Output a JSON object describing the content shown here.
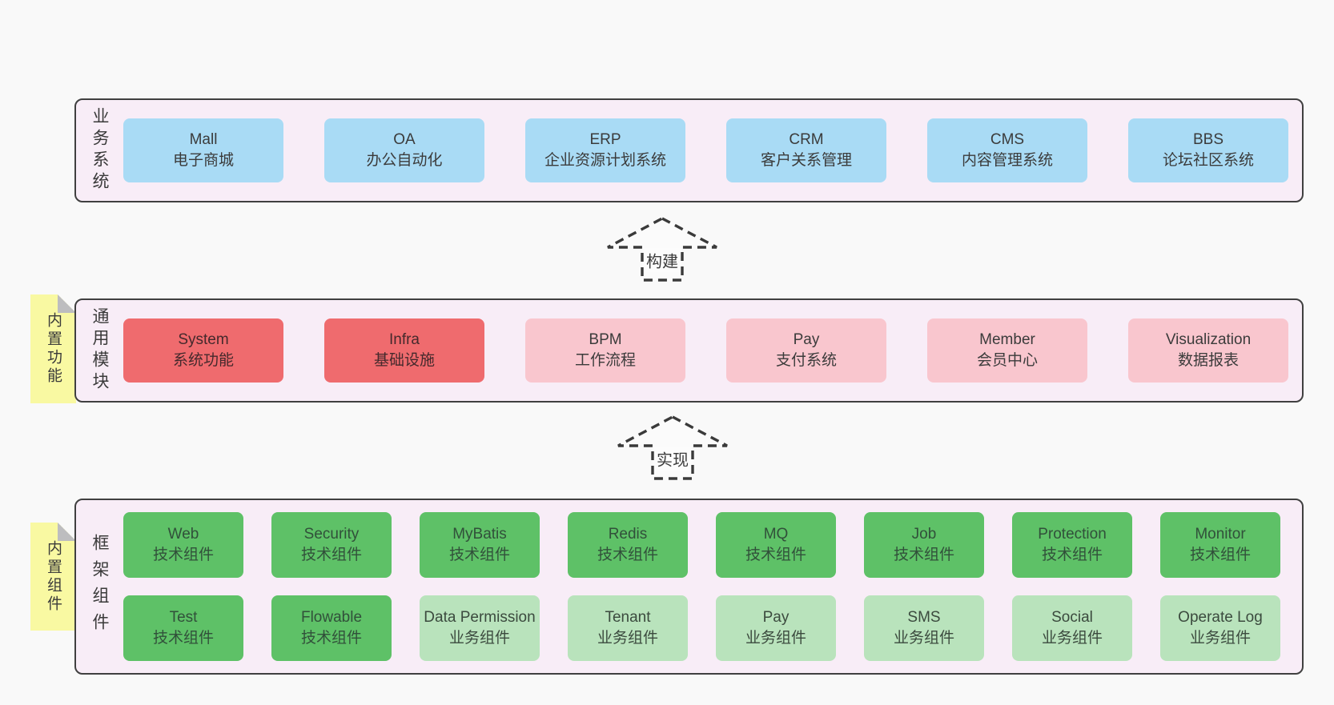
{
  "notes": [
    {
      "label": "内置功能"
    },
    {
      "label": "内置组件"
    }
  ],
  "arrows": [
    {
      "label": "构建"
    },
    {
      "label": "实现"
    }
  ],
  "sections": [
    {
      "label": "业务系统",
      "boxes": [
        {
          "name": "Mall",
          "desc": "电子商城"
        },
        {
          "name": "OA",
          "desc": "办公自动化"
        },
        {
          "name": "ERP",
          "desc": "企业资源计划系统"
        },
        {
          "name": "CRM",
          "desc": "客户关系管理"
        },
        {
          "name": "CMS",
          "desc": "内容管理系统"
        },
        {
          "name": "BBS",
          "desc": "论坛社区系统"
        }
      ]
    },
    {
      "label": "通用模块",
      "boxes": [
        {
          "name": "System",
          "desc": "系统功能"
        },
        {
          "name": "Infra",
          "desc": "基础设施"
        },
        {
          "name": "BPM",
          "desc": "工作流程"
        },
        {
          "name": "Pay",
          "desc": "支付系统"
        },
        {
          "name": "Member",
          "desc": "会员中心"
        },
        {
          "name": "Visualization",
          "desc": "数据报表"
        }
      ]
    },
    {
      "label": "框架组件",
      "rows": [
        [
          {
            "name": "Web",
            "desc": "技术组件"
          },
          {
            "name": "Security",
            "desc": "技术组件"
          },
          {
            "name": "MyBatis",
            "desc": "技术组件"
          },
          {
            "name": "Redis",
            "desc": "技术组件"
          },
          {
            "name": "MQ",
            "desc": "技术组件"
          },
          {
            "name": "Job",
            "desc": "技术组件"
          },
          {
            "name": "Protection",
            "desc": "技术组件"
          },
          {
            "name": "Monitor",
            "desc": "技术组件"
          }
        ],
        [
          {
            "name": "Test",
            "desc": "技术组件"
          },
          {
            "name": "Flowable",
            "desc": "技术组件"
          },
          {
            "name": "Data Permission",
            "desc": "业务组件"
          },
          {
            "name": "Tenant",
            "desc": "业务组件"
          },
          {
            "name": "Pay",
            "desc": "业务组件"
          },
          {
            "name": "SMS",
            "desc": "业务组件"
          },
          {
            "name": "Social",
            "desc": "业务组件"
          },
          {
            "name": "Operate Log",
            "desc": "业务组件"
          }
        ]
      ]
    }
  ],
  "palette": {
    "page_bg": "#f9f9f9",
    "panel_bg": "#f8edf7",
    "panel_border": "#404040",
    "business_box_blue": "#a9dbf5",
    "core_module_red": "#ef6b6e",
    "module_pink": "#f9c6ce",
    "tech_component_green": "#5ec167",
    "biz_component_light_green": "#b9e3bc",
    "sticky_note_yellow": "#f9f9a2",
    "note_fold_gray": "#bdbdbf",
    "text": "#3b3b3b"
  }
}
